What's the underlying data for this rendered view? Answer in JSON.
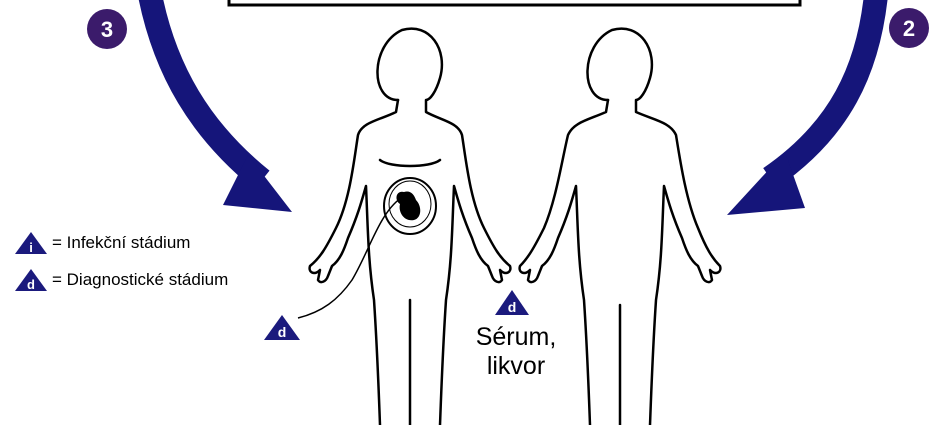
{
  "steps": [
    {
      "number": "3",
      "color": "#3b1b6b"
    },
    {
      "number": "2",
      "color": "#3b1b6b"
    }
  ],
  "legend": [
    {
      "letter": "i",
      "label": "= Infekční stádium"
    },
    {
      "letter": "d",
      "label": "= Diagnostické stádium"
    }
  ],
  "markers": {
    "fetus_marker_letter": "d",
    "serum_marker_letter": "d"
  },
  "sample": {
    "line1": "Sérum,",
    "line2": "likvor"
  },
  "colors": {
    "arrow": "#15157a",
    "marker": "#1b1a7d",
    "step_badge": "#3b1b6b",
    "outline": "#000000"
  }
}
